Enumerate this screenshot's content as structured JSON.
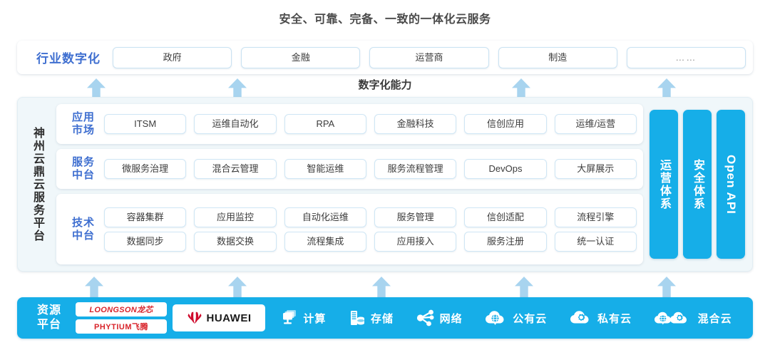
{
  "title": "安全、可靠、完备、一致的一体化云服务",
  "capability_caption": "数字化能力",
  "industry": {
    "label": "行业数字化",
    "items": [
      {
        "label": "政府"
      },
      {
        "label": "金融"
      },
      {
        "label": "运营商"
      },
      {
        "label": "制造"
      },
      {
        "label": "……"
      }
    ]
  },
  "platform": {
    "label": "神州云鼎云服务平台",
    "rows": [
      {
        "label_line1": "应用",
        "label_line2": "市场",
        "grid": [
          [
            "ITSM",
            "运维自动化",
            "RPA",
            "金融科技",
            "信创应用",
            "运维/运营"
          ]
        ]
      },
      {
        "label_line1": "服务",
        "label_line2": "中台",
        "grid": [
          [
            "微服务治理",
            "混合云管理",
            "智能运维",
            "服务流程管理",
            "DevOps",
            "大屏展示"
          ]
        ]
      },
      {
        "label_line1": "技术",
        "label_line2": "中台",
        "grid": [
          [
            "容器集群",
            "应用监控",
            "自动化运维",
            "服务管理",
            "信创适配",
            "流程引擎"
          ],
          [
            "数据同步",
            "数据交换",
            "流程集成",
            "应用接入",
            "服务注册",
            "统一认证"
          ]
        ]
      }
    ],
    "vertical_bars": [
      {
        "label": "运营体系",
        "latin": false
      },
      {
        "label": "安全体系",
        "latin": false
      },
      {
        "label": "Open API",
        "latin": true
      }
    ]
  },
  "resource": {
    "label_line1": "资源",
    "label_line2": "平台",
    "logos": [
      {
        "name": "loongson-logo",
        "text": "LOONGSON龙芯"
      },
      {
        "name": "phytium-logo",
        "text": "PHYTIUM飞腾"
      }
    ],
    "huawei": {
      "name": "huawei-logo",
      "text": "HUAWEI"
    },
    "items": [
      {
        "label": "计算",
        "icon": "compute-icon"
      },
      {
        "label": "存储",
        "icon": "storage-icon"
      },
      {
        "label": "网络",
        "icon": "network-icon"
      },
      {
        "label": "公有云",
        "icon": "public-cloud-icon"
      },
      {
        "label": "私有云",
        "icon": "private-cloud-icon"
      },
      {
        "label": "混合云",
        "icon": "hybrid-cloud-icon"
      }
    ]
  },
  "arrows": {
    "upper": [
      135,
      333,
      731,
      935
    ],
    "lower": [
      132,
      333,
      535,
      735,
      935
    ]
  },
  "colors": {
    "brand_blue": "#16aee8",
    "label_blue": "#3f6fd0",
    "arrow_blue": "#a8d4ef",
    "panel_bg": "#f0f7fa",
    "pill_border": "#cfe6f5",
    "logo_red": "#d8232a",
    "title_gray": "#4a4a4a"
  }
}
